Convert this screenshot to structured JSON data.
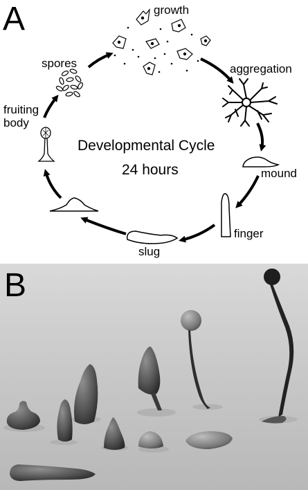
{
  "panel_a": {
    "letter": "A",
    "center_title": "Developmental Cycle",
    "center_subtitle": "24 hours",
    "stages": {
      "growth": "growth",
      "aggregation": "aggregation",
      "mound": "mound",
      "finger": "finger",
      "slug": "slug",
      "fruiting_body_line1": "fruiting",
      "fruiting_body_line2": "body",
      "spores": "spores"
    }
  },
  "panel_b": {
    "letter": "B"
  }
}
